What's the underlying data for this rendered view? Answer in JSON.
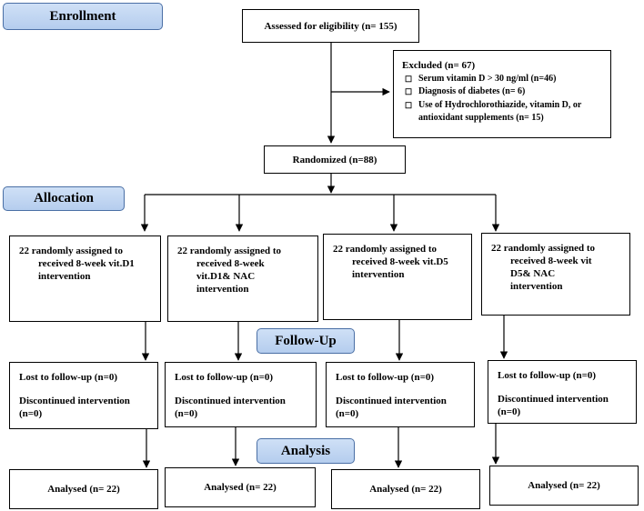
{
  "stages": {
    "enrollment": "Enrollment",
    "allocation": "Allocation",
    "follow_up": "Follow-Up",
    "analysis": "Analysis"
  },
  "assessed": "Assessed for eligibility (n= 155)",
  "excluded": {
    "title": "Excluded (n= 67)",
    "bullet_icon": "checkbox-square",
    "items": [
      "Serum vitamin D > 30 ng/ml (n=46)",
      "Diagnosis of diabetes (n= 6)",
      "Use of Hydrochlorothiazide, vitamin D, or",
      "antioxidant supplements (n= 15)"
    ]
  },
  "randomized": "Randomized (n=88)",
  "arms": [
    {
      "lines": [
        "22 randomly assigned to",
        "received 8-week vit.D1",
        "intervention"
      ],
      "follow_up": {
        "lost": "Lost to follow-up (n=0)",
        "discontinued": "Discontinued intervention",
        "discontinued_n": "(n=0)"
      },
      "analysed": "Analysed (n= 22)"
    },
    {
      "lines": [
        "22 randomly assigned to",
        "received 8-week",
        "vit.D1& NAC",
        "intervention"
      ],
      "follow_up": {
        "lost": "Lost to follow-up (n=0)",
        "discontinued": "Discontinued intervention",
        "discontinued_n": "(n=0)"
      },
      "analysed": "Analysed (n= 22)"
    },
    {
      "lines": [
        "22 randomly assigned to",
        "received 8-week vit.D5",
        "intervention"
      ],
      "follow_up": {
        "lost": "Lost to follow-up (n=0)",
        "discontinued": "Discontinued intervention",
        "discontinued_n": "(n=0)"
      },
      "analysed": "Analysed (n= 22)"
    },
    {
      "lines": [
        "22 randomly assigned to",
        "received 8-week vit",
        "D5& NAC",
        "intervention"
      ],
      "follow_up": {
        "lost": "Lost to follow-up (n=0)",
        "discontinued": "Discontinued intervention",
        "discontinued_n": "(n=0)"
      },
      "analysed": "Analysed (n= 22)"
    }
  ]
}
